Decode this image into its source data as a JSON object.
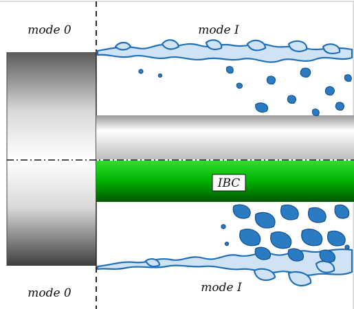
{
  "labels": {
    "top_left": "mode 0",
    "top_right": "mode I",
    "bottom_left": "mode 0",
    "bottom_right": "mode I",
    "center_box": "IBC"
  },
  "colors": {
    "cylinder_dark": "#4a4a4a",
    "cylinder_light": "#ffffff",
    "ibc_green": "#00b800",
    "ibc_dark": "#005a00",
    "vortex_blue": "#1f6fb8",
    "vortex_light": "#cfe3f5",
    "axis_line": "#111111"
  }
}
